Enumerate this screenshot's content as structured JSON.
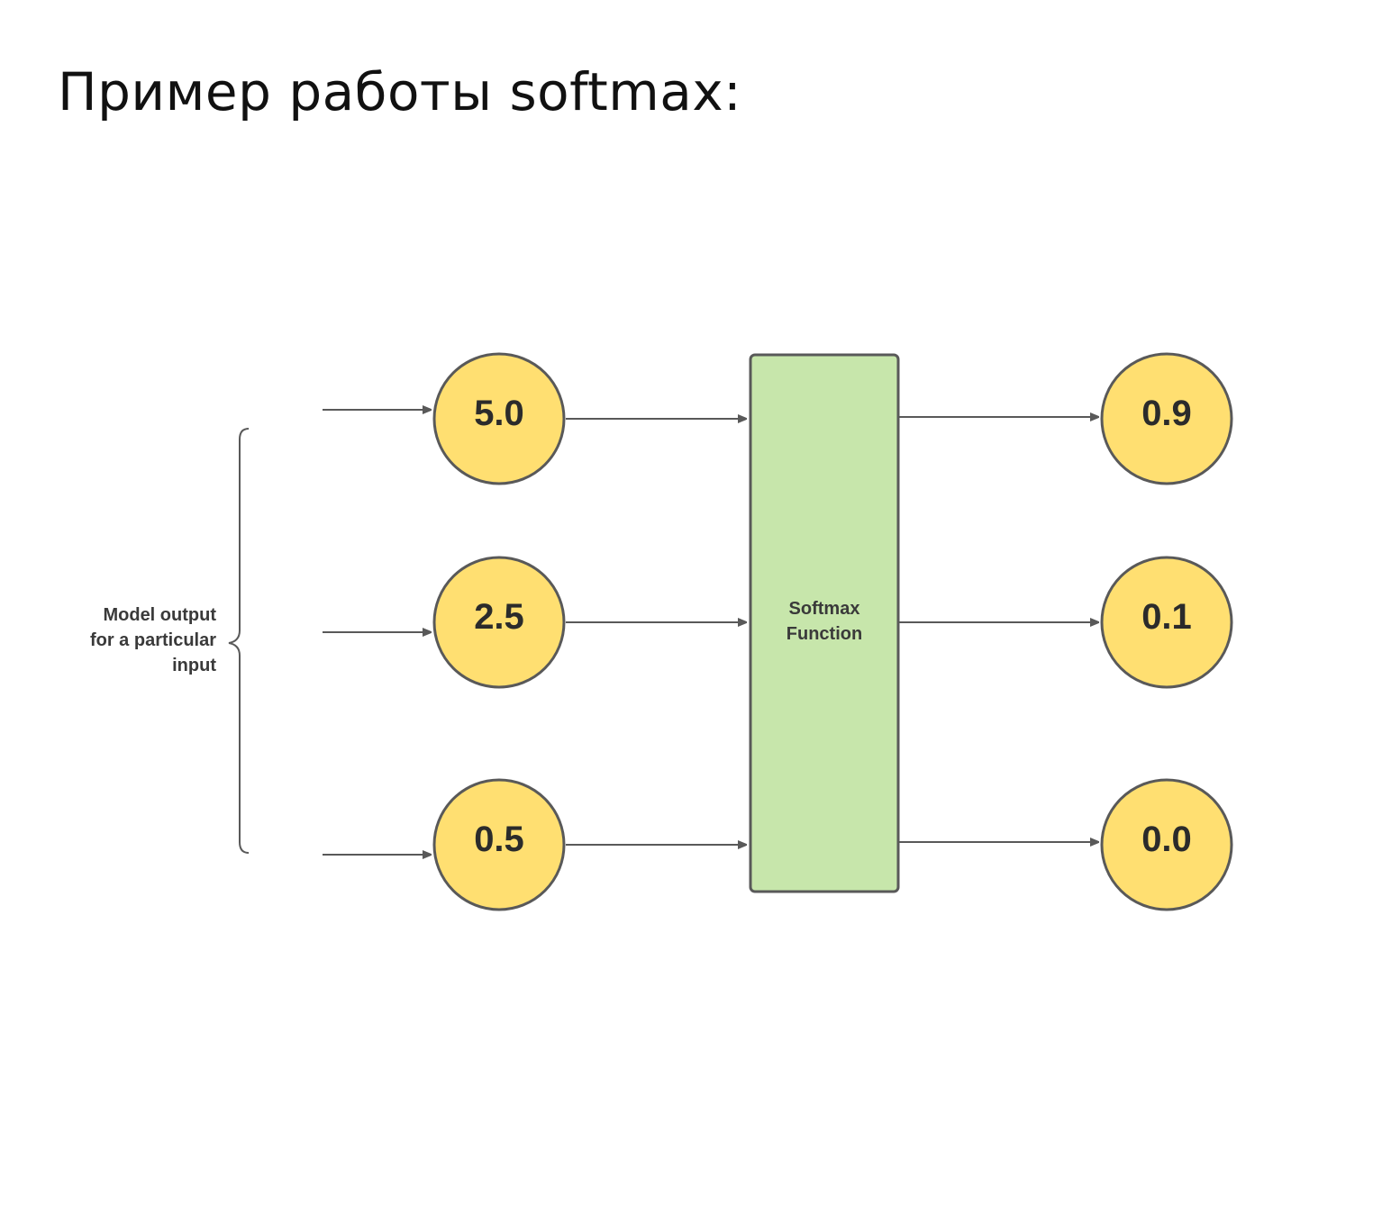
{
  "title": "Пример работы softmax:",
  "brace_label": {
    "lines": [
      "Model output",
      "for a particular",
      "input"
    ]
  },
  "inputs": [
    {
      "value": "5.0"
    },
    {
      "value": "2.5"
    },
    {
      "value": "0.5"
    }
  ],
  "function_box": {
    "lines": [
      "Softmax",
      "Function"
    ]
  },
  "outputs": [
    {
      "value": "0.9"
    },
    {
      "value": "0.1"
    },
    {
      "value": "0.0"
    }
  ],
  "colors": {
    "node_fill": "#FFDF71",
    "node_stroke": "#595959",
    "box_fill": "#C7E6AB",
    "box_stroke": "#595959",
    "arrow": "#595959"
  }
}
